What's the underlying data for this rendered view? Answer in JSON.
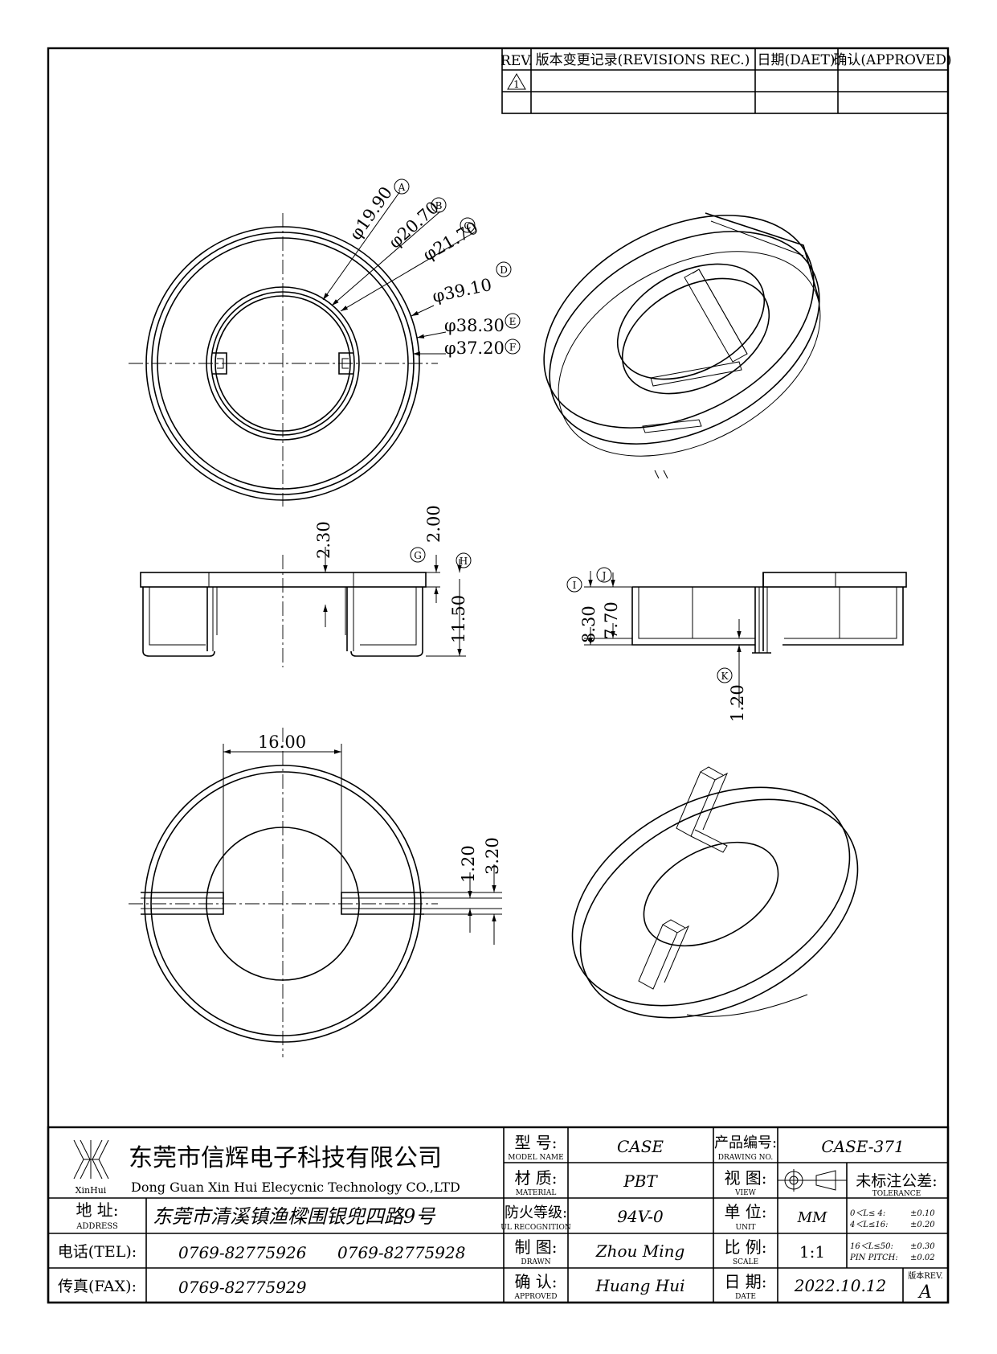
{
  "revision_table": {
    "headers": [
      "REV.",
      "版本变更记录(REVISIONS REC.)",
      "日期(DAET)",
      "确认(APPROVED)"
    ],
    "rows": [
      [
        "1",
        "",
        "",
        ""
      ],
      [
        "",
        "",
        "",
        ""
      ]
    ]
  },
  "dimensions": {
    "diameters": [
      "φ19.90",
      "φ20.70",
      "φ21.70",
      "φ39.10",
      "φ38.30",
      "φ37.20"
    ],
    "diameter_refs": [
      "A",
      "B",
      "C",
      "D",
      "E",
      "F"
    ],
    "side_left": {
      "top_offset": "2.30",
      "g": "2.00",
      "g_ref": "G",
      "height": "11.50",
      "h_ref": "H"
    },
    "side_right": {
      "d1": "8.30",
      "d1_ref": "I",
      "d2": "7.70",
      "d2_ref": "J",
      "d3": "1.20",
      "d3_ref": "K"
    },
    "bottom": {
      "width": "16.00",
      "slot1": "1.20",
      "slot2": "3.20"
    }
  },
  "title_block": {
    "company_cn": "东莞市信辉电子科技有限公司",
    "company_en": "Dong Guan Xin Hui Elecycnic Technology CO.,LTD",
    "logo_text": "XinHui",
    "address_label": "地  址:",
    "address_label_en": "ADDRESS",
    "address": "东莞市清溪镇渔樑围银兜四路9号",
    "tel_label": "电话(TEL):",
    "tel1": "0769-82775926",
    "tel2": "0769-82775928",
    "fax_label": "传真(FAX):",
    "fax": "0769-82775929",
    "model_label": "型  号:",
    "model_label_en": "MODEL NAME",
    "model": "CASE",
    "material_label": "材  质:",
    "material_label_en": "MATERIAL",
    "material": "PBT",
    "ul_label": "防火等级:",
    "ul_label_en": "UL RECOGNITION",
    "ul": "94V-0",
    "drawn_label": "制  图:",
    "drawn_label_en": "DRAWN",
    "drawn": "Zhou Ming",
    "approved_label": "确  认:",
    "approved_label_en": "APPROVED",
    "approved": "Huang Hui",
    "drawing_no_label": "产品编号:",
    "drawing_no_label_en": "DRAWING NO.",
    "drawing_no": "CASE-371",
    "view_label": "视  图:",
    "view_label_en": "VIEW",
    "unit_label": "单  位:",
    "unit_label_en": "UNIT",
    "unit": "MM",
    "scale_label": "比  例:",
    "scale_label_en": "SCALE",
    "scale": "1:1",
    "date_label": "日  期:",
    "date_label_en": "DATE",
    "date": "2022.10.12",
    "tolerance_label": "未标注公差:",
    "tolerance_label_en": "TOLERANCE",
    "tolerances": [
      [
        "0＜L≤ 4:",
        "±0.10"
      ],
      [
        "4＜L≤16:",
        "±0.20"
      ],
      [
        "16＜L≤50:",
        "±0.30"
      ],
      [
        "PIN PITCH:",
        "±0.02"
      ]
    ],
    "rev_label": "版本REV.",
    "rev": "A"
  }
}
